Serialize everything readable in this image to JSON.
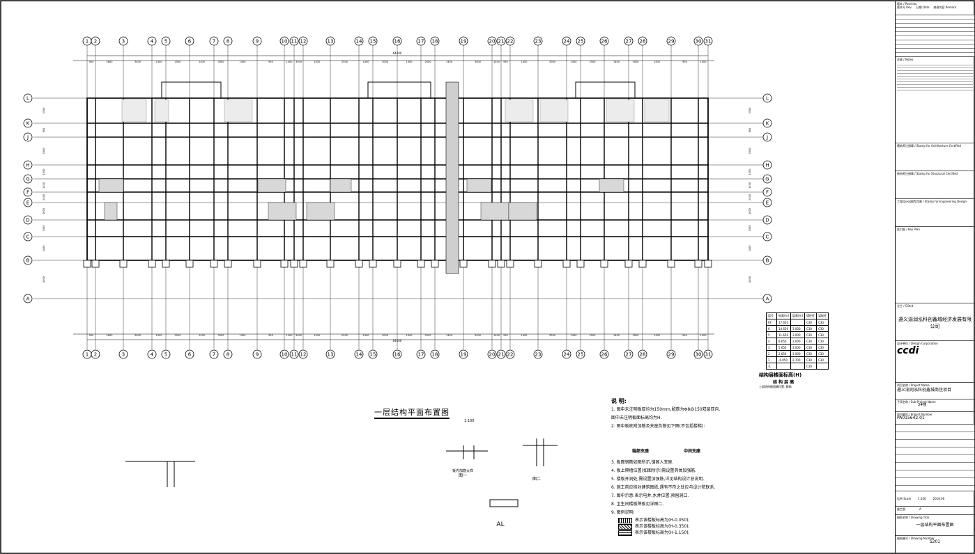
{
  "drawing": {
    "title": "一层结构平面布置图",
    "scale": "1:100",
    "total_dim": "64400",
    "grid_cols": [
      "1",
      "2",
      "3",
      "4",
      "5",
      "6",
      "7",
      "8",
      "9",
      "10",
      "11",
      "12",
      "13",
      "14",
      "15",
      "16",
      "17",
      "18",
      "19",
      "20",
      "21",
      "22",
      "23",
      "24",
      "25",
      "26",
      "27",
      "28",
      "29",
      "30",
      "31"
    ],
    "grid_rows": [
      "L",
      "K",
      "J",
      "H",
      "G",
      "F",
      "E",
      "D",
      "C",
      "B",
      "A"
    ],
    "top_dims": [
      "900",
      "2600",
      "3000",
      "1400",
      "2500",
      "1400",
      "3000",
      "1400",
      "950",
      "1400",
      "3000",
      "1400",
      "2500",
      "1400",
      "3000",
      "1400",
      "2500",
      "1400",
      "3000",
      "1400",
      "950",
      "1400",
      "3000",
      "1400",
      "2500",
      "1400",
      "3000",
      "1400",
      "950",
      "1400",
      "900"
    ],
    "row_dims": [
      "3300",
      "900",
      "3300",
      "1500",
      "1200",
      "2400",
      "1600",
      "3300",
      "2400",
      "4000"
    ],
    "detail_labels": [
      "图一",
      "图二",
      "AL",
      "板内加筋大样"
    ]
  },
  "level_table": {
    "headers": [
      "层号",
      "标高(m)",
      "层高(m)",
      "墙柱砼",
      "梁板砼"
    ],
    "rows": [
      [
        "RF",
        "17.650",
        "",
        "C30",
        "C30"
      ],
      [
        "6",
        "14.650",
        "3.000",
        "C30",
        "C30"
      ],
      [
        "5",
        "11.650",
        "3.000",
        "C30",
        "C30"
      ],
      [
        "4",
        "8.650",
        "3.000",
        "C30",
        "C30"
      ],
      [
        "3",
        "5.650",
        "3.000",
        "C30",
        "C30"
      ],
      [
        "2",
        "2.650",
        "3.000",
        "C30",
        "C30"
      ],
      [
        "1",
        "-0.050",
        "2.700",
        "C30",
        "C30"
      ],
      [
        "-1",
        "",
        "",
        "C30",
        ""
      ]
    ],
    "caption": "结构层楼面标高(H)",
    "caption2": "结 构 层 高",
    "caption3": "上部结构嵌固端位置: 基础"
  },
  "notes": {
    "heading": "说 明:",
    "items": [
      "1. 图中未注明板厚均为150mm,配筋为Φ8@150双层双向.",
      "   图中未注明板面标高均为H.",
      "2. 图中板底附加筋及支座负筋见下图(不包括楼梯):",
      "3. 板面钢筋如图所示,锚固入支座.",
      "4. 板上隔墙位置(如图所示)需设置具体加强筋.",
      "5. 楼板开洞处,需设置加强筋,详见结构设计总说明.",
      "6. 施工前应核对建筑图纸,遇有不符之处应与设计院联系.",
      "7. 图中示意:表示电井,水井位置,预留洞口.",
      "8. 卫生间楼板降板见详图二.",
      "9. 图例说明:"
    ],
    "legend_items": [
      "表示该楼板标高为(H-0.050);",
      "表示该楼板标高为(H-0.350);",
      "表示该楼板标高为(H-1.150);"
    ],
    "support_labels": [
      "端部支座",
      "中间支座"
    ]
  },
  "title_block": {
    "revision_header": "版本 / Revision",
    "rev_cols": [
      "版本号 Rev.",
      "日期 Date",
      "修改内容 Remark"
    ],
    "notes_header": "注意 / Notes",
    "stamp_arch": "建筑师注册章 / Stamp for Architecture Certified",
    "stamp_struct": "结构师注册章 / Stamp for Structural Certified",
    "stamp_eng": "工程设计出图专用章 / Stamp for Engineering Design",
    "key_plan": "索引图 / Key Plan",
    "client_label": "业主 / Client",
    "client": "遵义渝润泓科创鑫城经济发展有限公司",
    "design_corp": "设计单位 / Design Corporation",
    "project_label": "项目名称 / Project Name",
    "project": "遵义渝润泓科创鑫城商住项目",
    "sub_label": "子项名称 / Sub-Project Name",
    "sub_project": "3#楼",
    "proj_no_label": "项目编号 / Project Number",
    "proj_no": "PA015642.01",
    "scale_label": "比例 Scale",
    "scale": "1:100",
    "date": "2018.06",
    "phase": "施工图",
    "version": "A",
    "drawing_title_label": "图纸名称 / Drawing Title",
    "drawing_title": "一层结构平面布置图",
    "drawing_no_label": "图纸编号 / Drawing Number",
    "drawing_no": "S201"
  }
}
